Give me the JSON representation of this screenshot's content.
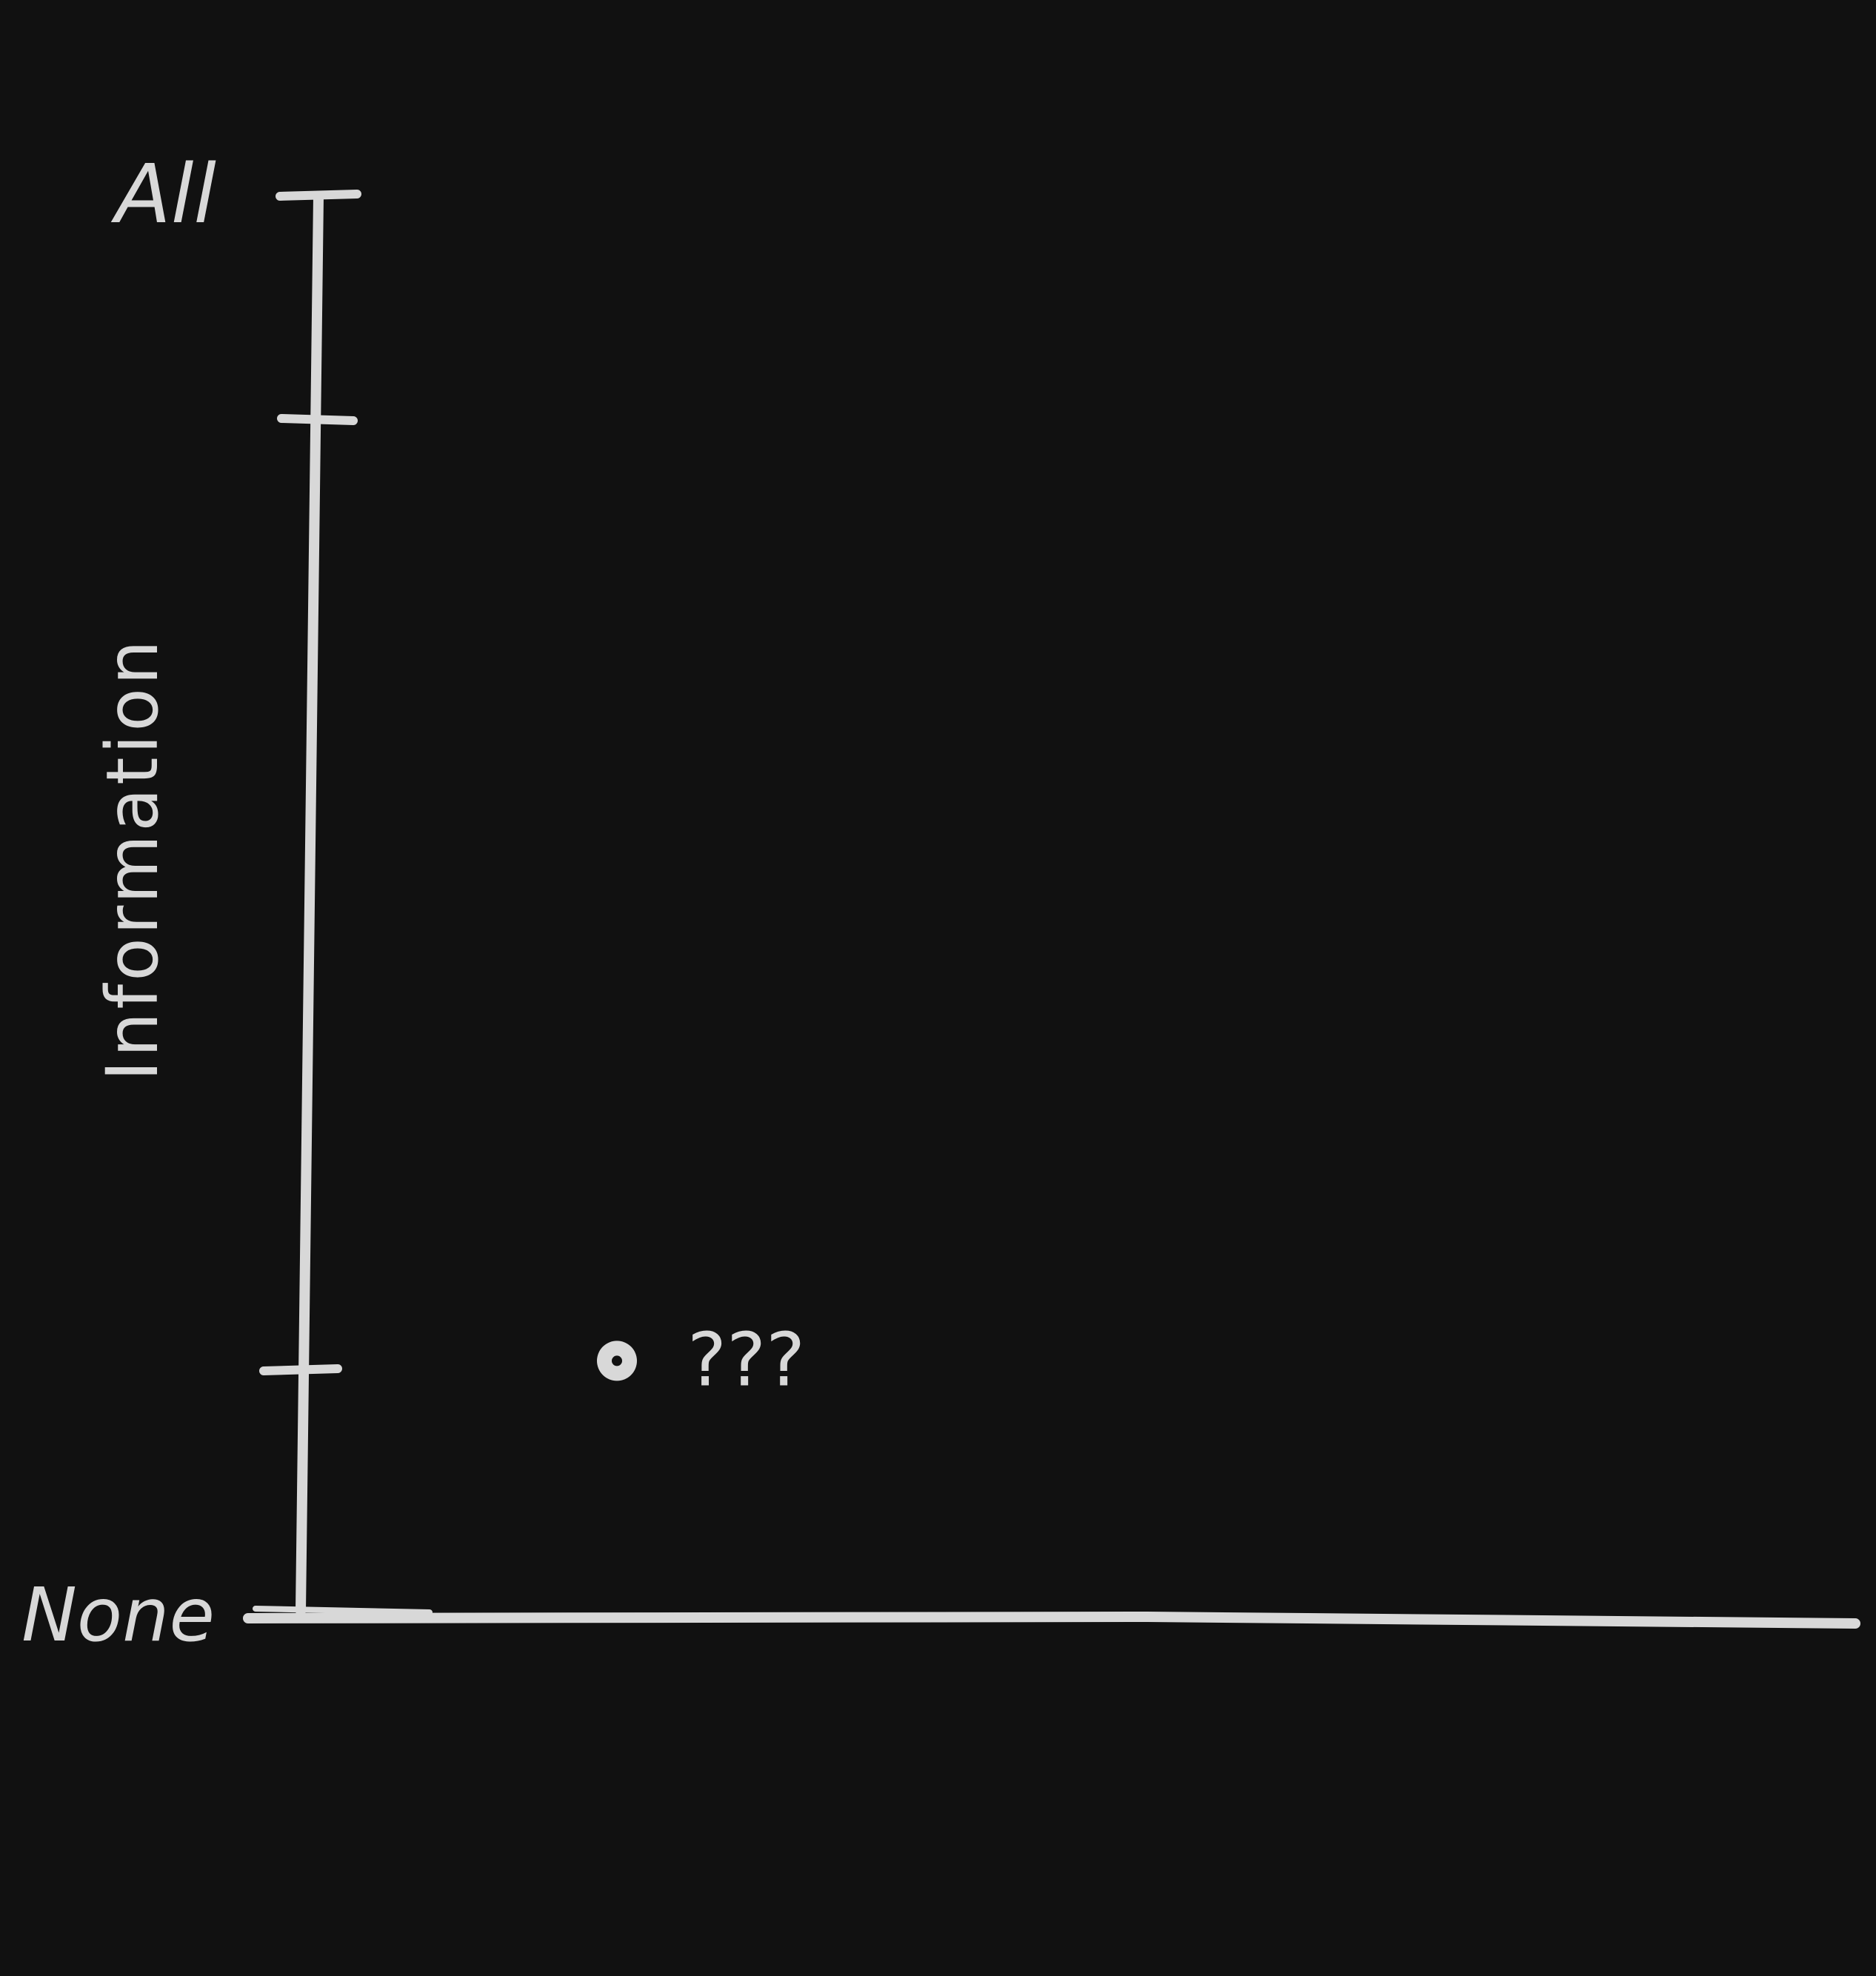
{
  "colors": {
    "background": "#111111",
    "ink": "#d8d8d8"
  },
  "chart_data": {
    "type": "scatter",
    "title": "",
    "xlabel": "",
    "ylabel": "Information",
    "ytick_labels": {
      "top": "All",
      "bottom": "None"
    },
    "points": [
      {
        "x": 0.2,
        "y": 0.18,
        "label": "???"
      }
    ],
    "xlim": [
      0,
      1
    ],
    "ylim": [
      0,
      1
    ],
    "grid": false,
    "legend": "none"
  }
}
